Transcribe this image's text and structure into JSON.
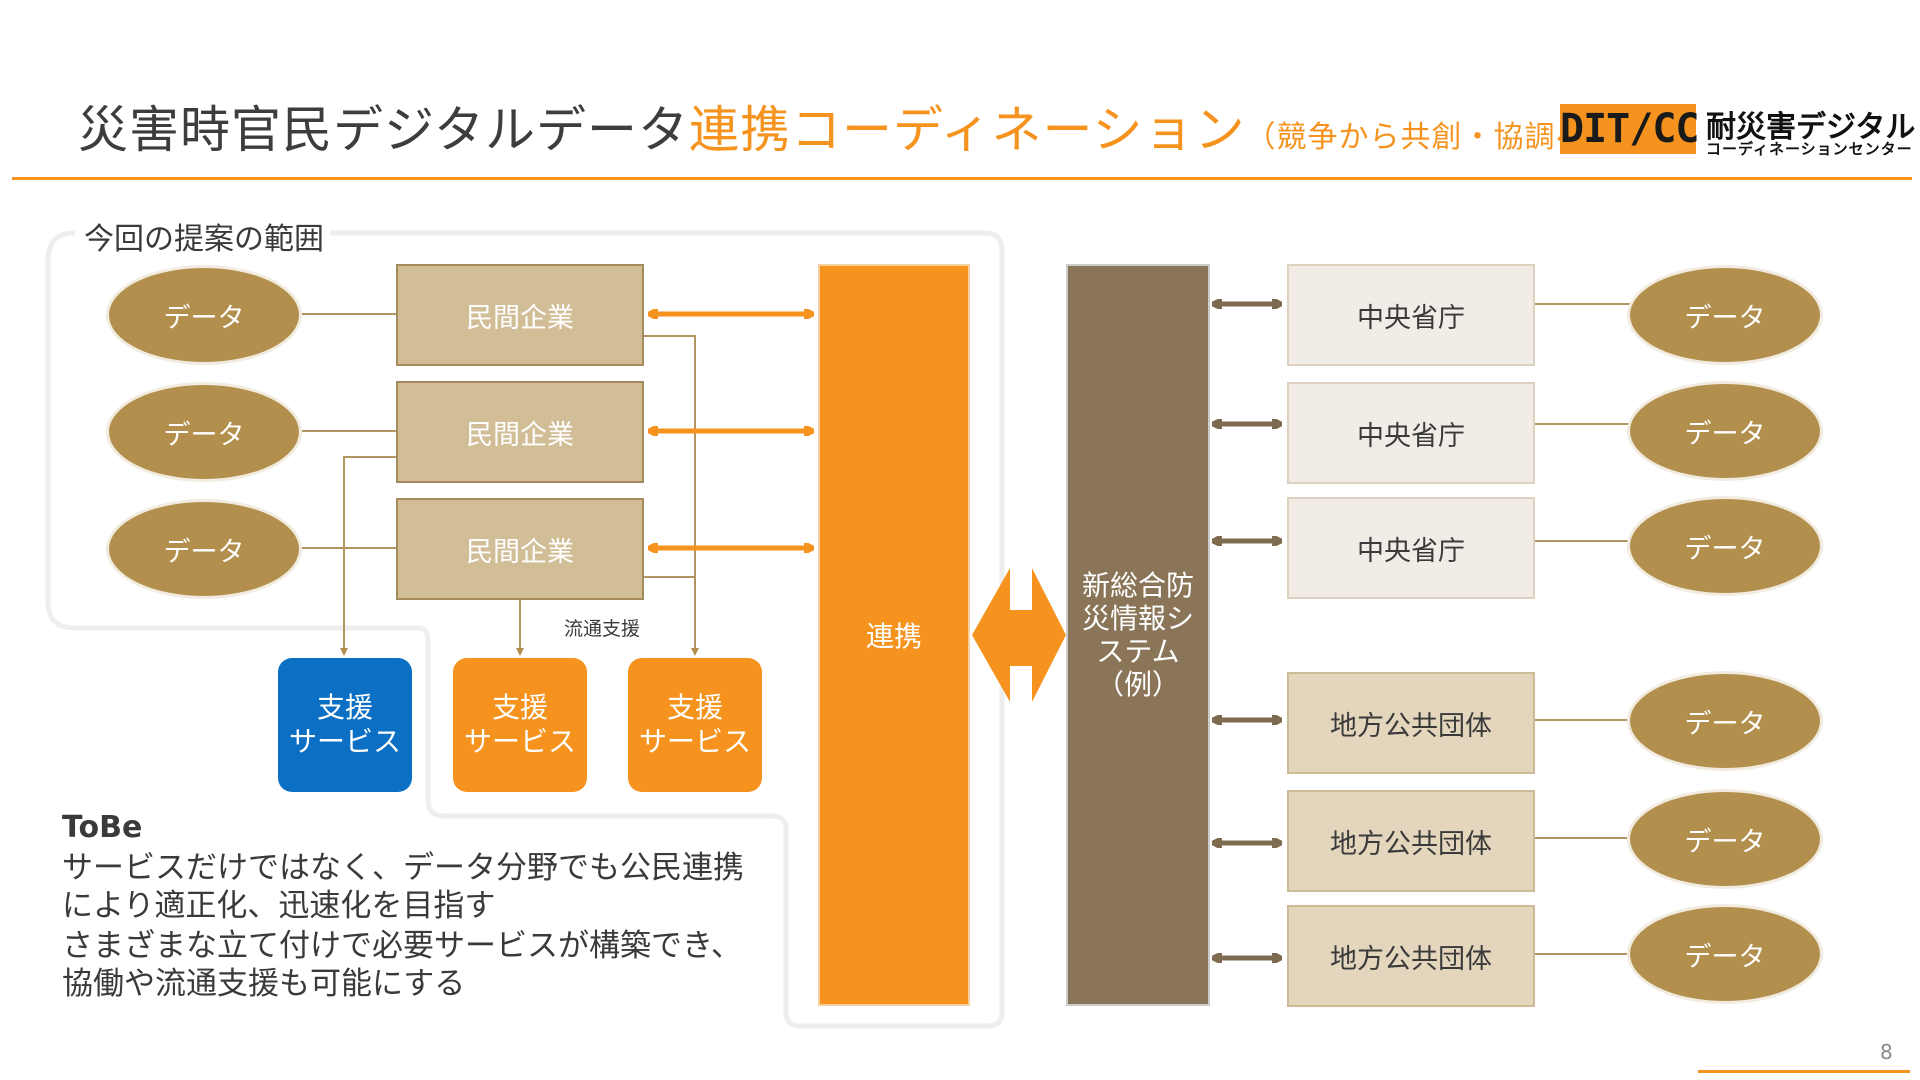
{
  "header": {
    "title_part1": "災害時官民デジタルデータ",
    "title_part2": "連携コーディネーション",
    "title_part3": "（競争から共創・協調へ）",
    "logo_mark": "DIT/CC",
    "logo_line1": "耐災害デジタル",
    "logo_line2": "コーディネーションセンター"
  },
  "scope_label": "今回の提案の範囲",
  "left": {
    "data_label": "データ",
    "company_label": "民間企業",
    "service_label_line1": "支援",
    "service_label_line2": "サービス",
    "ryutsu_label": "流通支援"
  },
  "center": {
    "renkei_label": "連携",
    "system_label": "新総合防災情報システム（例）"
  },
  "right": {
    "data_label": "データ",
    "central_label": "中央省庁",
    "local_label": "地方公共団体"
  },
  "tobe": {
    "heading": "ToBe",
    "line1": "サービスだけではなく、データ分野でも公民連携",
    "line2": "により適正化、迅速化を目指す",
    "line3": "さまざまな立て付けで必要サービスが構築でき、",
    "line4": "協働や流通支援も可能にする"
  },
  "page_number": "8",
  "colors": {
    "accent_orange": "#f5931e",
    "data_oval": "#b38f4d",
    "company_box": "#d1bd96",
    "system_bar": "#8a7558",
    "service_blue": "#0b6fc4"
  },
  "icons": [
    "double-arrow-icon"
  ]
}
